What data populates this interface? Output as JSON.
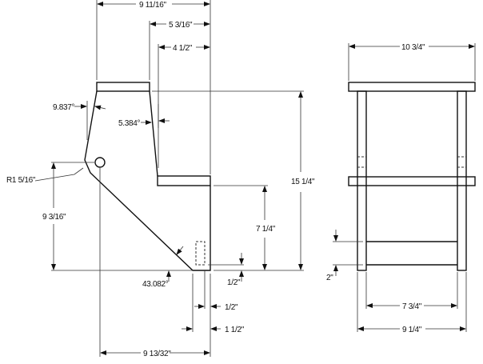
{
  "side_view": {
    "dim_overall_depth": "9 11/16\"",
    "dim_top_offset": "5 3/16\"",
    "dim_step_depth": "4 1/2\"",
    "dim_height": "15 1/4\"",
    "dim_step_height": "7 1/4\"",
    "dim_hole_height": "9 3/16\"",
    "dim_hole_radius": "R1 5/16\"",
    "angle_back": "9.837°",
    "angle_front": "5.384°",
    "angle_diagonal": "43.082°",
    "dim_slot_bottom": "1/2\"",
    "dim_slot_width": "1/2\"",
    "dim_foot_width": "1 1/2\"",
    "dim_base_length": "9 13/32\""
  },
  "front_view": {
    "dim_top_width": "10 3/4\"",
    "dim_rail_height": "2\"",
    "dim_inner_width": "7 3/4\"",
    "dim_outer_width": "9 1/4\""
  }
}
